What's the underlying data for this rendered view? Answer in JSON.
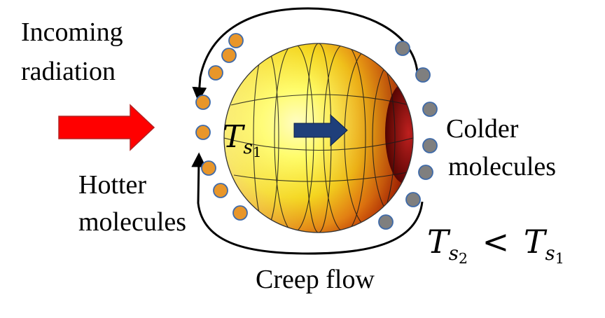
{
  "labels": {
    "incoming_line1": "Incoming",
    "incoming_line2": "radiation",
    "hotter_line1": "Hotter",
    "hotter_line2": "molecules",
    "colder_line1": "Colder",
    "colder_line2": "molecules",
    "creep_flow": "Creep flow"
  },
  "equations": {
    "surface_temp": {
      "symbol": "T",
      "sub": "s",
      "subsub": "1"
    },
    "inequality": {
      "left": {
        "symbol": "T",
        "sub": "s",
        "subsub": "2"
      },
      "operator": "<",
      "right": {
        "symbol": "T",
        "sub": "s",
        "subsub": "1"
      }
    }
  },
  "colors": {
    "radiation_arrow": "#ff0000",
    "radiation_arrow_edge": "#b22222",
    "hot_molecule": "#e8962a",
    "cold_molecule": "#7f7f7f",
    "molecule_edge": "#3f6aa8",
    "motion_arrow": "#1f3f7a",
    "sphere_light": "#ffff80",
    "sphere_hot": "#cc3300",
    "sphere_dark": "#5a0000"
  },
  "icons": {
    "radiation": "right-arrow-icon",
    "motion": "right-arrow-icon",
    "creep": "circular-flow-arrow-icon"
  }
}
